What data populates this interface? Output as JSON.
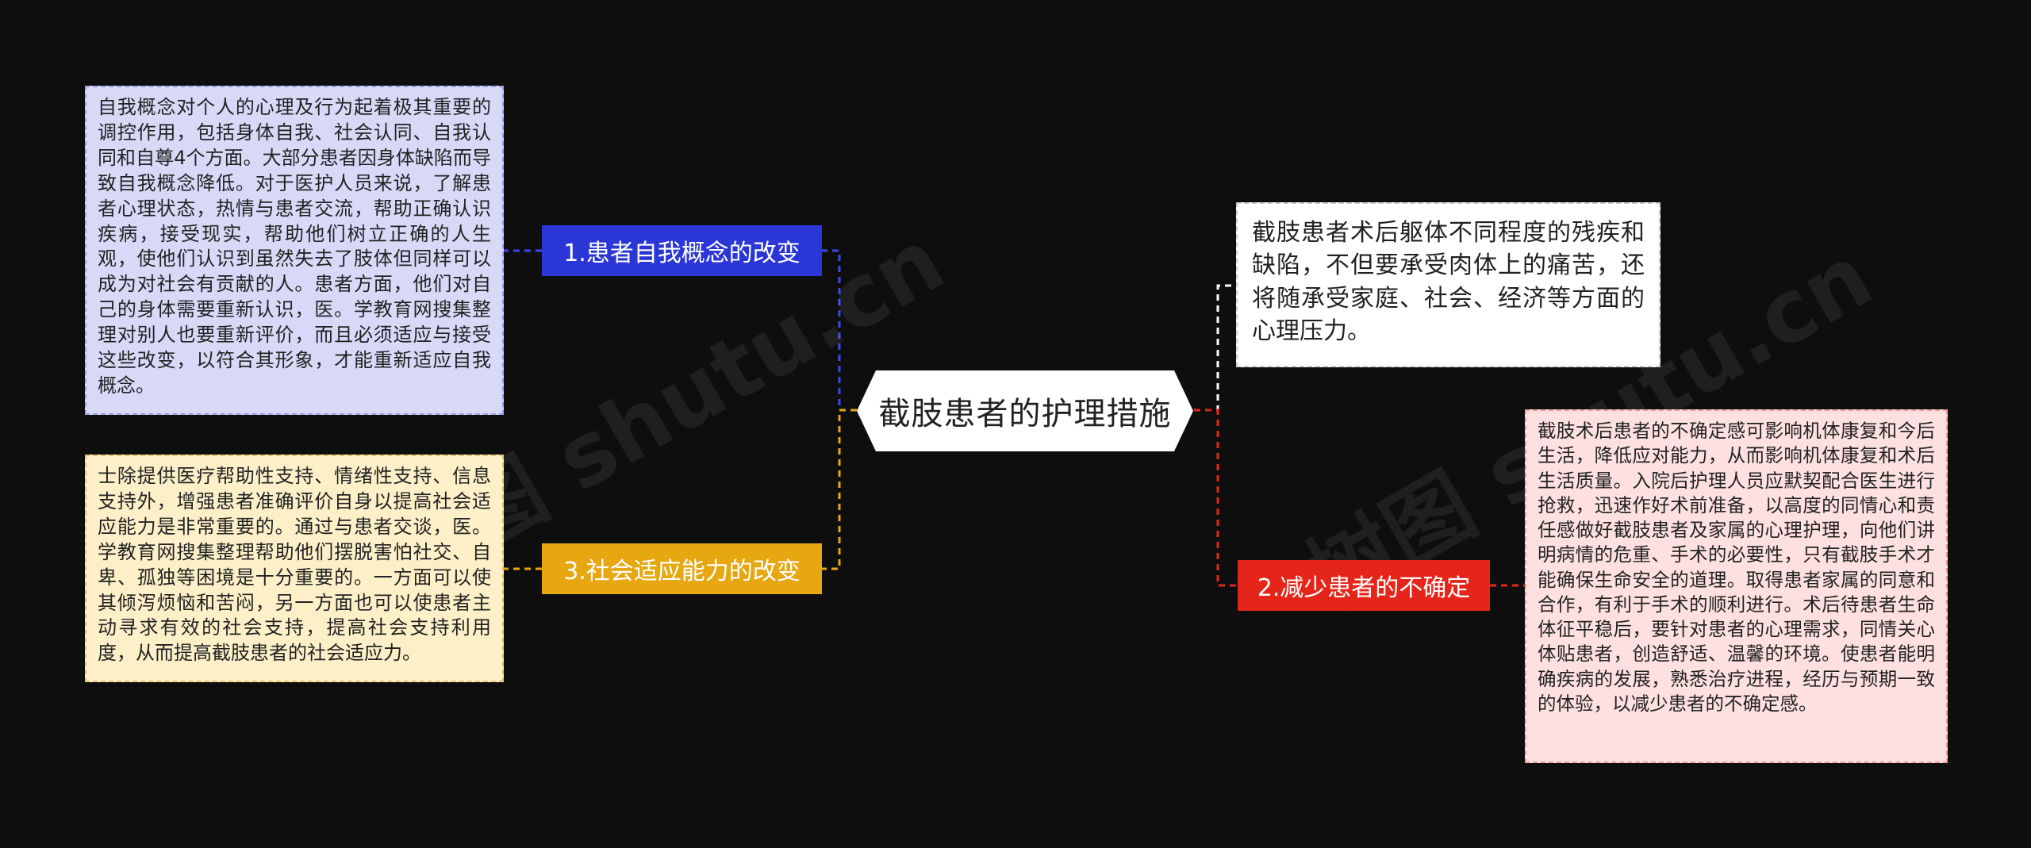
{
  "root": {
    "label": "截肢患者的护理措施"
  },
  "branches": [
    {
      "label": "1.患者自我概念的改变",
      "color": "#2a36d6",
      "detail": "自我概念对个人的心理及行为起着极其重要的调控作用，包括身体自我、社会认同、自我认同和自尊4个方面。大部分患者因身体缺陷而导致自我概念降低。对于医护人员来说，了解患者心理状态，热情与患者交流，帮助正确认识疾病，接受现实，帮助他们树立正确的人生观，使他们认识到虽然失去了肢体但同样可以成为对社会有贡献的人。患者方面，他们对自己的身体需要重新认识，医。学教育网搜集整理对别人也要重新评价，而且必须适应与接受这些改变，以符合其形象，才能重新适应自我概念。"
    },
    {
      "label": "3.社会适应能力的改变",
      "color": "#e6a710",
      "detail": "士除提供医疗帮助性支持、情绪性支持、信息支持外，增强患者准确评价自身以提高社会适应能力是非常重要的。通过与患者交谈，医。学教育网搜集整理帮助他们摆脱害怕社交、自卑、孤独等困境是十分重要的。一方面可以使其倾泻烦恼和苦闷，另一方面也可以使患者主动寻求有效的社会支持，提高社会支持利用度，从而提高截肢患者的社会适应力。"
    },
    {
      "label": "2.减少患者的不确定",
      "color": "#e6251a",
      "detail": "截肢术后患者的不确定感可影响机体康复和今后生活，降低应对能力，从而影响机体康复和术后生活质量。入院后护理人员应默契配合医生进行抢救，迅速作好术前准备，以高度的同情心和责任感做好截肢患者及家属的心理护理，向他们讲明病情的危重、手术的必要性，只有截肢手术才能确保生命安全的道理。取得患者家属的同意和合作，有利于手术的顺利进行。术后待患者生命体征平稳后，要针对患者的心理需求，同情关心体贴患者，创造舒适、温馨的环境。使患者能明确疾病的发展，熟悉治疗进程，经历与预期一致的体验，以减少患者的不确定感。"
    }
  ],
  "note": {
    "text": "截肢患者术后躯体不同程度的残疾和缺陷，不但要承受肉体上的痛苦，还将随承受家庭、社会、经济等方面的心理压力。"
  },
  "watermark": {
    "left": "树图 shutu.cn",
    "right": "树图 shutu.cn"
  },
  "colors": {
    "background": "#0e0e0e",
    "link_blue": "#3a49e8",
    "link_yellow": "#e6a710",
    "link_red": "#e6251a",
    "link_white": "#ffffff"
  }
}
